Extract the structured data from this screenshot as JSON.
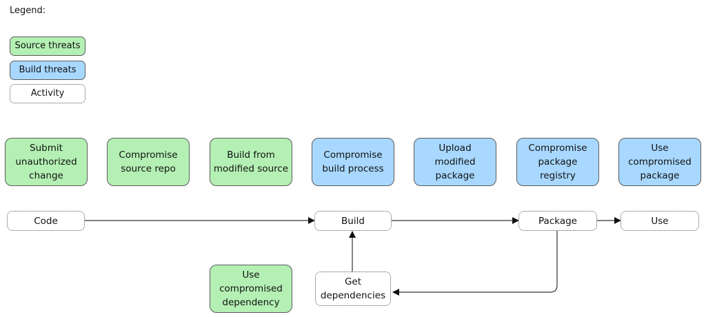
{
  "legend": {
    "title": "Legend:",
    "source_threats": "Source threats",
    "build_threats": "Build threats",
    "activity": "Activity"
  },
  "threats": {
    "submit_unauthorized_change": "Submit unauthorized change",
    "compromise_source_repo": "Compromise source repo",
    "build_from_modified_source": "Build from modified source",
    "compromise_build_process": "Compromise build process",
    "upload_modified_package": "Upload modified package",
    "compromise_package_registry": "Compromise package registry",
    "use_compromised_package": "Use compromised package",
    "use_compromised_dependency": "Use compromised dependency"
  },
  "activities": {
    "code": "Code",
    "build": "Build",
    "package": "Package",
    "use": "Use",
    "get_dependencies": "Get dependencies"
  },
  "colors": {
    "source_threat_fill": "#b4f0b4",
    "build_threat_fill": "#a8d8ff",
    "activity_border": "#555555"
  }
}
